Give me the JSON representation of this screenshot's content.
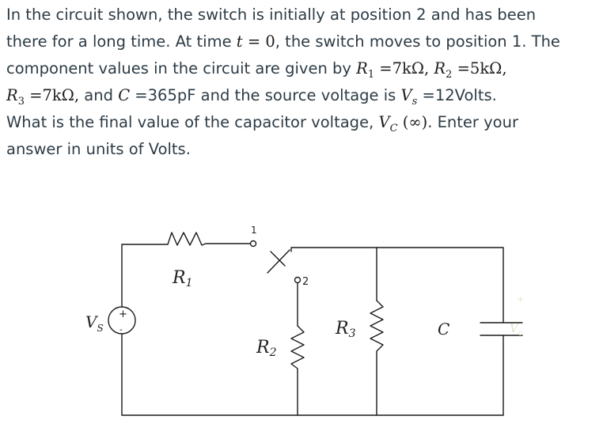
{
  "problem": {
    "l1": "In the circuit shown, the switch is initially at position 2 and has been",
    "l2a": "there for a long time.  At time ",
    "l2_t": "t",
    "l2_eq": " = 0",
    "l2b": ", the switch moves to position 1.  The",
    "l3a": "component values in the circuit are given by ",
    "R": "R",
    "sub1": "1",
    "l3_r1val": " =7kΩ, ",
    "sub2": "2",
    "l3_r2val": " =5kΩ,",
    "sub3": "3",
    "l4_r3val": " =7kΩ, ",
    "l4_and": "and ",
    "C": "C",
    "l4_cval": " =365pF and the source voltage is ",
    "V": "V",
    "sub_s": "s",
    "l4_vval": " =12Volts.",
    "l5a": "What is the final value of the capacitor voltage, ",
    "sub_C": "C",
    "l5_inf": " (∞)",
    "l5b": ".  Enter your",
    "l6": "answer in units of Volts."
  },
  "circuit": {
    "R1_label": "R",
    "R1_sub": "1",
    "R2_label": "R",
    "R2_sub": "2",
    "R3_label": "R",
    "R3_sub": "3",
    "C_label": "C",
    "Vs_label": "V",
    "Vs_sub": "S",
    "Vc_label": "V",
    "Vc_sub": "c",
    "switch_pos1": "1",
    "switch_pos2": "2",
    "plus": "+",
    "minus": "-",
    "vc_plus": "+"
  }
}
